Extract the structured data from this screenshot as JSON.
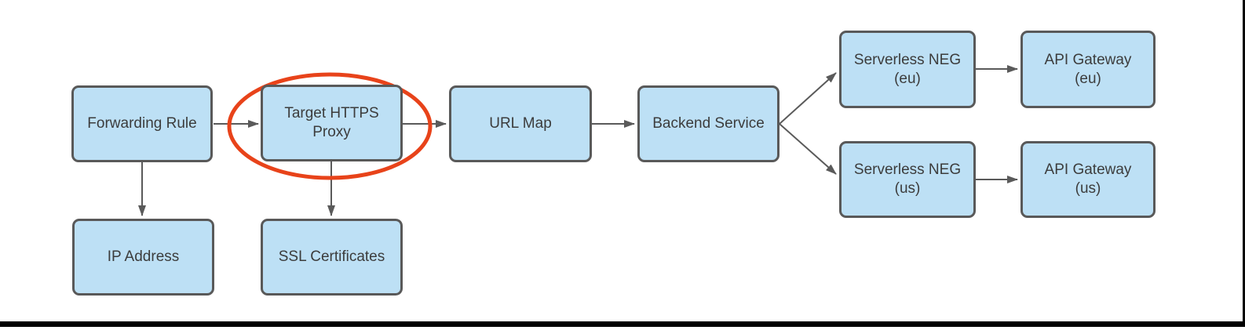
{
  "diagram": {
    "title_hint": "HTTPS load balancer flow diagram",
    "nodes": {
      "forwarding_rule": {
        "label": "Forwarding Rule"
      },
      "target_https_proxy": {
        "label": "Target HTTPS\nProxy"
      },
      "url_map": {
        "label": "URL Map"
      },
      "backend_service": {
        "label": "Backend Service"
      },
      "serverless_neg_eu": {
        "label": "Serverless NEG\n(eu)"
      },
      "api_gateway_eu": {
        "label": "API Gateway\n(eu)"
      },
      "serverless_neg_us": {
        "label": "Serverless NEG\n(us)"
      },
      "api_gateway_us": {
        "label": "API Gateway\n(us)"
      },
      "ip_address": {
        "label": "IP Address"
      },
      "ssl_certificates": {
        "label": "SSL Certificates"
      }
    },
    "edges": [
      {
        "from": "Forwarding Rule",
        "to": "Target HTTPS Proxy",
        "direction": "right"
      },
      {
        "from": "Target HTTPS Proxy",
        "to": "URL Map",
        "direction": "right"
      },
      {
        "from": "URL Map",
        "to": "Backend Service",
        "direction": "right"
      },
      {
        "from": "Backend Service",
        "to": "Serverless NEG (eu)",
        "direction": "up-right"
      },
      {
        "from": "Backend Service",
        "to": "Serverless NEG (us)",
        "direction": "down-right"
      },
      {
        "from": "Serverless NEG (eu)",
        "to": "API Gateway (eu)",
        "direction": "right"
      },
      {
        "from": "Serverless NEG (us)",
        "to": "API Gateway (us)",
        "direction": "right"
      },
      {
        "from": "Forwarding Rule",
        "to": "IP Address",
        "direction": "down"
      },
      {
        "from": "Target HTTPS Proxy",
        "to": "SSL Certificates",
        "direction": "down"
      }
    ],
    "annotation": {
      "shape": "ellipse",
      "around": "Target HTTPS Proxy",
      "color": "#e8431a"
    }
  },
  "colors": {
    "background": "#ffffff",
    "box_fill": "#bde0f5",
    "box_border": "#595959",
    "arrow": "#5a5a5a",
    "text": "#3c3c3c",
    "highlight": "#e8431a",
    "frame": "#000000"
  }
}
